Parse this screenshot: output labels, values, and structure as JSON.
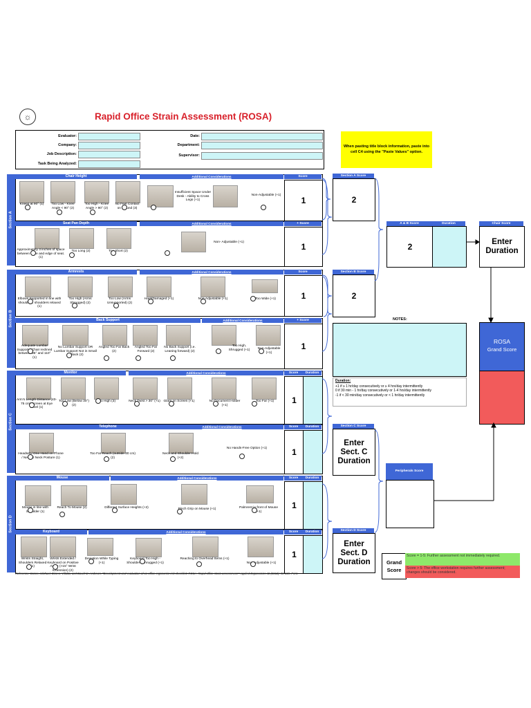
{
  "header": {
    "title": "Rapid Office Strain Assessment (ROSA)",
    "logo": "walking-figure-icon"
  },
  "titleblock": {
    "evaluator": "Evaluator:",
    "company": "Company:",
    "job": "Job Description:",
    "task": "Task Being Analyzed:",
    "date": "Date:",
    "department": "Department:",
    "supervisor": "Supervisor:"
  },
  "note_yellow": "When pasting title block information, paste into cell C4 using the \"Paste Values\" option.",
  "labels": {
    "score": "Score",
    "duration": "Duration",
    "addl": "Additional Considerations",
    "plus_score": "+ Score"
  },
  "sections": {
    "a": "Section A",
    "b": "Section B",
    "c": "Section C",
    "d": "Section D"
  },
  "chair_height": {
    "title": "Chair Height",
    "caps": [
      "Knees at 90° (1)",
      "Too Low - Knee Angle < 90° (2)",
      "Too High - Knee Angle > 90° (2)",
      "No Feet Contact on ground (3)",
      "Insufficient Space Under Desk - Ability to Cross Legs (+1)",
      "Non-Adjustable (+1)"
    ],
    "score": "1"
  },
  "seat_pan": {
    "title": "Seat Pan Depth",
    "caps": [
      "Approximately 3 inches of space between knee and edge of seat. (1)",
      "Too Long (2)",
      "Too Short (2)",
      "Non- Adjustable (+1)"
    ],
    "score": "1"
  },
  "armrests": {
    "title": "Armrests",
    "caps": [
      "Elbows Supported in line with shoulders, shoulders relaxed (1)",
      "Too High (Arms Shrugged) (2)",
      "Too Low (Arms Unsupported) (2)",
      "Hard/Damaged (+1)",
      "Non-Adjustable (+1)",
      "Too Wide (+1)"
    ],
    "score": "1"
  },
  "back_support": {
    "title": "Back Support",
    "caps": [
      "Adequate Lumbar Support - Chair reclined between 95° and 110° (1)",
      "No Lumbar Support OR Lumbar Support Not in Small of Back (2)",
      "Angled Too Far Back (2)",
      "Angled Too Far Forward (2)",
      "No Back Support (i.e. Leaning forward) (2)",
      "Too High, Shrugged (+1)",
      "Non-Adjustable (+1)"
    ],
    "score": "1"
  },
  "monitor": {
    "title": "Monitor",
    "caps": [
      "Arm's Length Distance (40-75 cm) Screen at Eye Level (1)",
      "Too Low (Below 30°) (2)",
      "Too High (3)",
      "Neck Twist > 30° (+1)",
      "Glare on Screen (+1)",
      "No Document Holder (+1)",
      "Too Far (+1)"
    ],
    "score": "1"
  },
  "telephone": {
    "title": "Telephone",
    "caps": [
      "Headset / One Hand on Phone / Neutral Neck Posture (1)",
      "Too Far Reach (outside 30 cm) (2)",
      "Neck and Shoulder Hold (+2)",
      "No Hands-Free Option (+1)"
    ],
    "score": "1"
  },
  "mouse": {
    "title": "Mouse",
    "caps": [
      "Mouse in line with Shoulder (1)",
      "Reach To Mouse (2)",
      "Different Surface Heights (+2)",
      "Pinch Grip on Mouse (+1)",
      "Palmrest in front of Mouse (+1)"
    ],
    "score": "1"
  },
  "keyboard": {
    "title": "Keyboard",
    "caps": [
      "Wrists Straight, Shoulders Relaxed (1)",
      "Wrists Extended / Keyboard on Positive Angle (>15° Wrist Extension) (2)",
      "Deviation While Typing (+1)",
      "Keyboard Too High - Shoulders Shrugged (+1)",
      "Reaching to Overhead Items (+1)",
      "Non-Adjustable (+1)"
    ],
    "score": "1"
  },
  "section_a_score": {
    "label": "Section A Score",
    "value": "2"
  },
  "section_b_score": {
    "label": "Section B Score",
    "value": "2"
  },
  "ab_score": {
    "label": "A & B Score",
    "value": "2",
    "duration": "Duration"
  },
  "chair_score": {
    "label": "Chair Score",
    "value": "Enter Duration"
  },
  "notes": {
    "label": "NOTES:"
  },
  "duration_info": {
    "title": "Duration:",
    "l1": "+1 if ≥ 1 hr/day consecutively or ≥ 4 hrs/day intermittently",
    "l2": "0 if 30 min - 1 hr/day consecutively or 1-4 hrs/day intermittently",
    "l3": "-1 if < 30 min/day consecutively or < 1 hr/day intermittently"
  },
  "rosa": {
    "label": "ROSA",
    "sub": "Grand Score"
  },
  "section_c_score": {
    "label": "Section C Score",
    "value": "Enter Sect. C Duration"
  },
  "peripherals": {
    "label": "Peripherals Score"
  },
  "section_d_score": {
    "label": "Section D Score",
    "value": "Enter Sect. D Duration"
  },
  "grand": {
    "label": "Grand Score",
    "green": "Score = 1-5: Further assessment not immediately required.",
    "red": "Score > 5: The office workstation requires further assessment; changes should be considered."
  },
  "reference": "Reference: Sonne, Michael, Dino L. Villalta, and David M. Andrews. \"Development and evaluation of an office ergonomic risk checklist: ROSA–Rapid office strain assessment.\" Applied Ergonomics 43 (2012): 98-108. Print.",
  "colors": {
    "blue": "#3f67d6",
    "cyan": "#cdf5f7",
    "red": "#f25b5b",
    "green": "#8ee86a",
    "yellow": "#ffff00",
    "title_red": "#d8202a"
  }
}
